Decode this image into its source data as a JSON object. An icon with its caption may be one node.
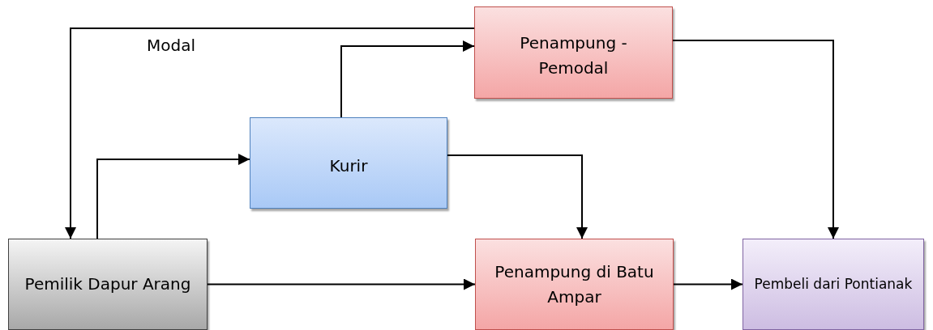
{
  "diagram": {
    "nodes": [
      {
        "text": [
          "Penampung - Pemodal"
        ]
      },
      {
        "text": [
          "Kurir"
        ]
      },
      {
        "text": [
          "Pemilik Dapur Arang"
        ]
      },
      {
        "text": [
          "Penampung di Batu Ampar"
        ]
      },
      {
        "text": [
          "Pembeli dari Pontianak"
        ]
      }
    ],
    "edges": [
      {
        "from": 0,
        "to": 2,
        "arrow": "to",
        "label": "Modal"
      },
      {
        "from": 2,
        "to": 1,
        "arrow": "to"
      },
      {
        "from": 1,
        "to": 0,
        "arrow": "to"
      },
      {
        "from": 1,
        "to": 3,
        "arrow": "to"
      },
      {
        "from": 2,
        "to": 3,
        "arrow": "to"
      },
      {
        "from": 0,
        "to": 4,
        "arrow": "to"
      },
      {
        "from": 3,
        "to": 4,
        "arrow": "to"
      }
    ]
  }
}
